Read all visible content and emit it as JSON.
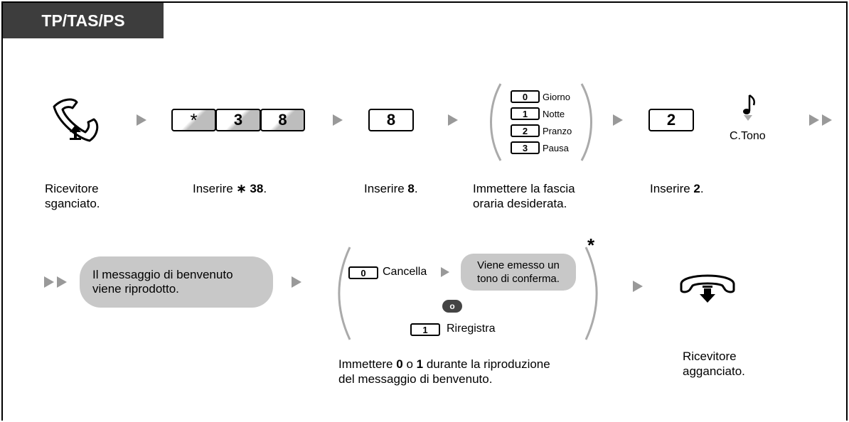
{
  "header": {
    "title": "TP/TAS/PS"
  },
  "step1": {
    "caption_line1": "Ricevitore",
    "caption_line2": "sganciato."
  },
  "step2": {
    "keys": [
      "*",
      "3",
      "8"
    ],
    "caption_prefix": "Inserire ",
    "caption_bold": "∗ 38",
    "caption_suffix": "."
  },
  "step3": {
    "key": "8",
    "caption_prefix": "Inserire ",
    "caption_bold": "8",
    "caption_suffix": "."
  },
  "step4": {
    "options": [
      {
        "key": "0",
        "label": "Giorno"
      },
      {
        "key": "1",
        "label": "Notte"
      },
      {
        "key": "2",
        "label": "Pranzo"
      },
      {
        "key": "3",
        "label": "Pausa"
      }
    ],
    "caption_line1": "Immettere la fascia",
    "caption_line2": "oraria desiderata."
  },
  "step5": {
    "key": "2",
    "caption_prefix": "Inserire ",
    "caption_bold": "2",
    "caption_suffix": "."
  },
  "tone": {
    "label": "C.Tono"
  },
  "step6": {
    "line1": "Il messaggio di benvenuto",
    "line2": "viene riprodotto."
  },
  "step7": {
    "option_a_key": "0",
    "option_a_label": "Cancella",
    "confirm_line1": "Viene emesso un",
    "confirm_line2": "tono di conferma.",
    "or_label": "o",
    "option_b_key": "1",
    "option_b_label": "Riregistra",
    "asterisk": "*",
    "caption_l1_prefix": "Immettere ",
    "caption_l1_bold1": "0",
    "caption_l1_mid": " o ",
    "caption_l1_bold2": "1",
    "caption_l1_suffix": " durante la riproduzione",
    "caption_line2": "del messaggio di benvenuto."
  },
  "step8": {
    "caption_line1": "Ricevitore",
    "caption_line2": "agganciato."
  }
}
